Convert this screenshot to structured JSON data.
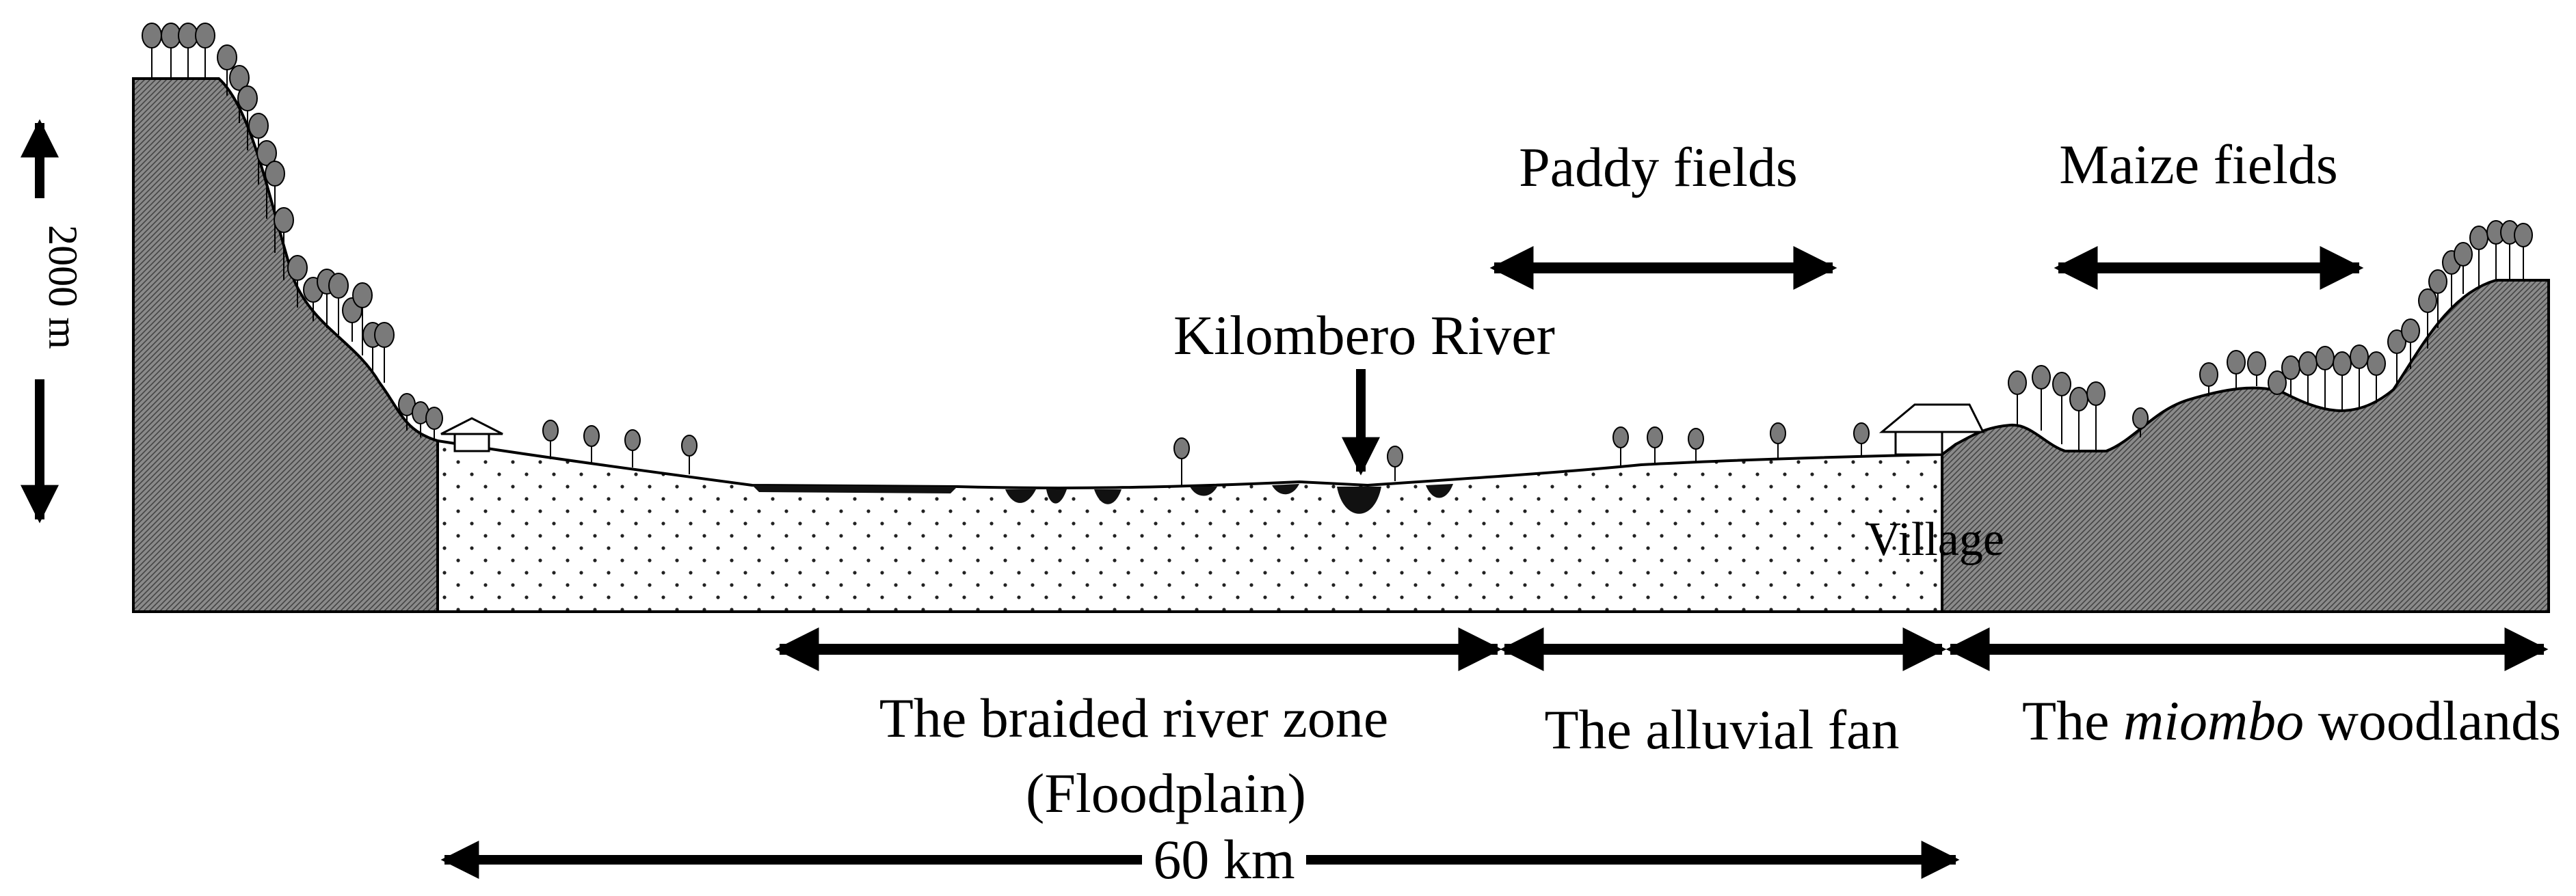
{
  "labels": {
    "height_scale": "2000 m",
    "paddy_fields": "Paddy fields",
    "maize_fields": "Maize fields",
    "river": "Kilombero River",
    "village": "Village",
    "braided_zone_line1": "The braided river zone",
    "braided_zone_line2": "(Floodplain)",
    "alluvial_fan": "The alluvial fan",
    "miombo_prefix": "The ",
    "miombo_italic": "miombo",
    "miombo_suffix": " woodlands",
    "distance": "60 km"
  }
}
